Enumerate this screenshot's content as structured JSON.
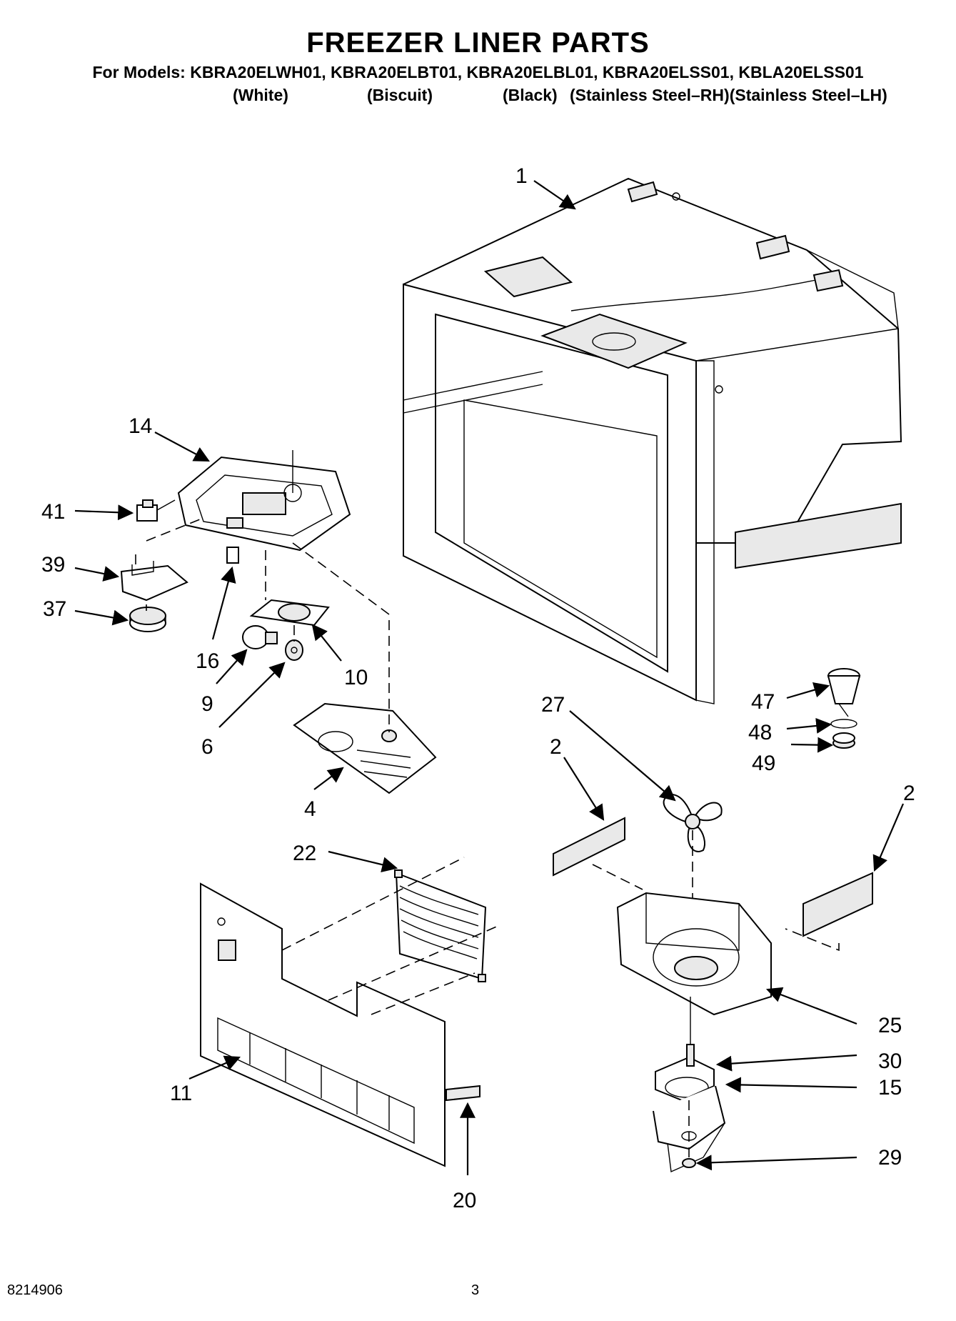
{
  "header": {
    "title": "FREEZER LINER PARTS",
    "models_line": "For Models: KBRA20ELWH01, KBRA20ELBT01, KBRA20ELBL01, KBRA20ELSS01, KBLA20ELSS01",
    "colors": [
      "(White)",
      "(Biscuit)",
      "(Black)",
      "(Stainless Steel–RH)(Stainless Steel–LH)"
    ]
  },
  "callouts": [
    "1",
    "14",
    "41",
    "39",
    "37",
    "16",
    "10",
    "9",
    "6",
    "4",
    "47",
    "48",
    "49",
    "27",
    "2",
    "2",
    "22",
    "11",
    "20",
    "25",
    "30",
    "15",
    "29"
  ],
  "footer": {
    "doc_number": "8214906",
    "page_number": "3"
  }
}
